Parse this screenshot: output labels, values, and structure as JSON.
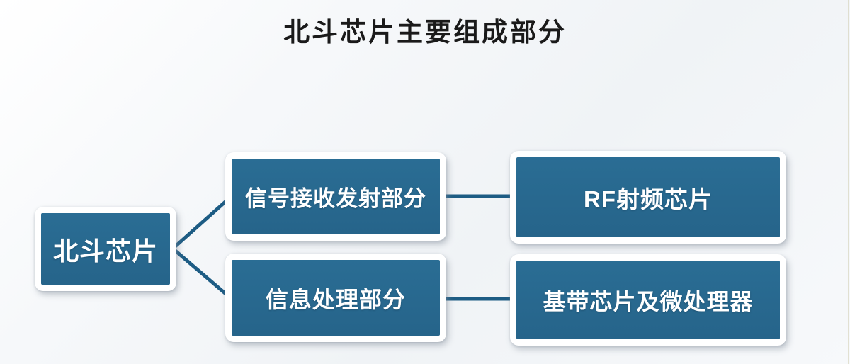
{
  "title": "北斗芯片主要组成部分",
  "diagram": {
    "nodes": {
      "root": {
        "label": "北斗芯片"
      },
      "signal": {
        "label": "信号接收发射部分"
      },
      "info": {
        "label": "信息处理部分"
      },
      "rf": {
        "label": "RF射频芯片"
      },
      "baseband": {
        "label": "基带芯片及微处理器"
      }
    },
    "edges": [
      {
        "from": "北斗芯片",
        "to": "信号接收发射部分"
      },
      {
        "from": "北斗芯片",
        "to": "信息处理部分"
      },
      {
        "from": "信号接收发射部分",
        "to": "RF射频芯片"
      },
      {
        "from": "信息处理部分",
        "to": "基带芯片及微处理器"
      }
    ]
  },
  "colors": {
    "node_fill": "#2a6d94",
    "node_fill_dark": "#26648a",
    "node_border": "#ffffff",
    "node_text": "#ffffff",
    "connector": "#1d5c84",
    "title_text": "#1a1a1a"
  }
}
